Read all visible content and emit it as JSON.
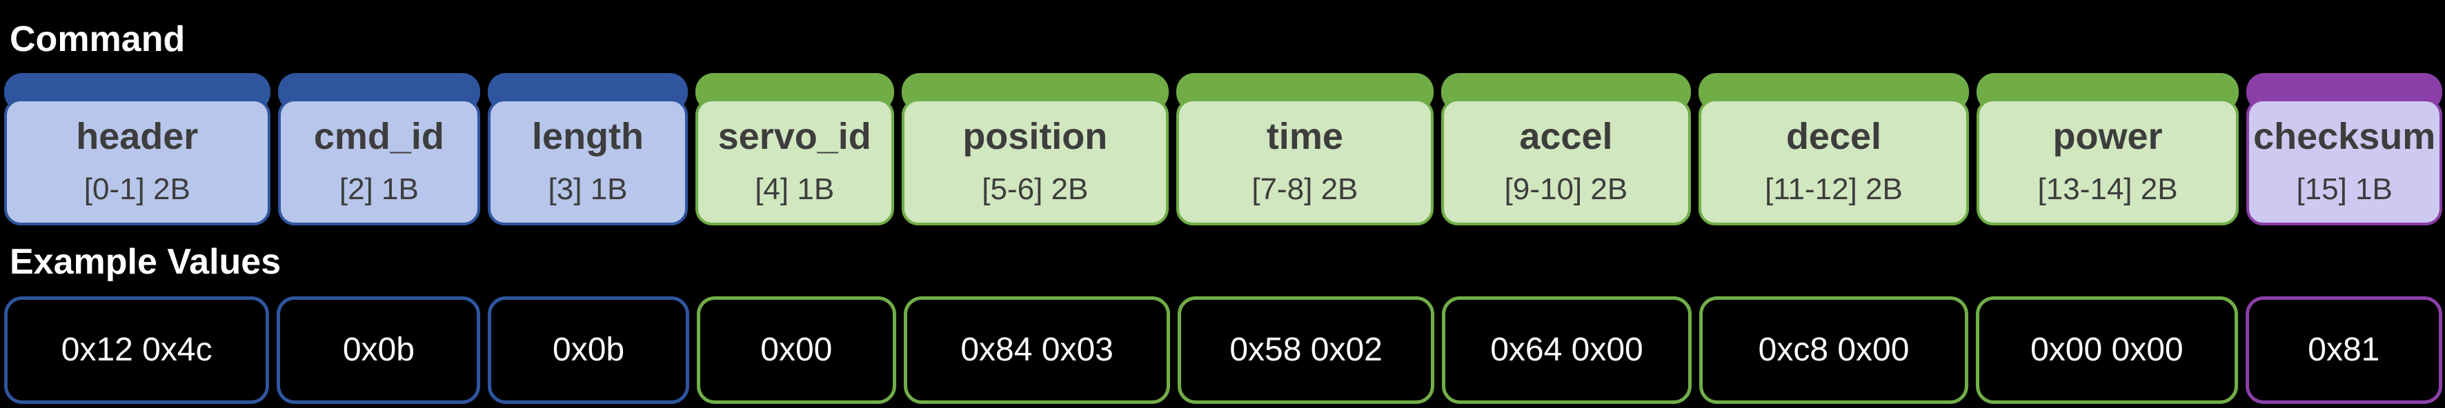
{
  "sections": {
    "command": {
      "title": "Command"
    },
    "example": {
      "title": "Example Values"
    }
  },
  "colors": {
    "background": "#000000",
    "blue": "#2F559F",
    "blue_light": "#B7C6EA",
    "green": "#70AD47",
    "green_light": "#D1E7BF",
    "purple": "#8A3FA8",
    "purple_light": "#CDC9F1",
    "field_text": "#3D3D3D",
    "value_text": "#FFFFFF",
    "title_text": "#FFFFFF"
  },
  "fields": [
    {
      "name": "header",
      "bytes": "[0-1] 2B",
      "value": "0x12 0x4c",
      "color": "blue",
      "weight": 386
    },
    {
      "name": "cmd_id",
      "bytes": "[2] 1B",
      "value": "0x0b",
      "color": "blue",
      "weight": 294
    },
    {
      "name": "length",
      "bytes": "[3] 1B",
      "value": "0x0b",
      "color": "blue",
      "weight": 290
    },
    {
      "name": "servo_id",
      "bytes": "[4] 1B",
      "value": "0x00",
      "color": "green",
      "weight": 288
    },
    {
      "name": "position",
      "bytes": "[5-6] 2B",
      "value": "0x84 0x03",
      "color": "green",
      "weight": 388
    },
    {
      "name": "time",
      "bytes": "[7-8] 2B",
      "value": "0x58 0x02",
      "color": "green",
      "weight": 373
    },
    {
      "name": "accel",
      "bytes": "[9-10] 2B",
      "value": "0x64 0x00",
      "color": "green",
      "weight": 363
    },
    {
      "name": "decel",
      "bytes": "[11-12] 2B",
      "value": "0xc8 0x00",
      "color": "green",
      "weight": 392
    },
    {
      "name": "power",
      "bytes": "[13-14] 2B",
      "value": "0x00 0x00",
      "color": "green",
      "weight": 381
    },
    {
      "name": "checksum",
      "bytes": "[15] 1B",
      "value": "0x81",
      "color": "purple",
      "weight": 284
    }
  ]
}
